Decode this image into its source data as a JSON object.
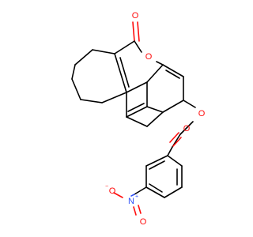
{
  "molecule": {
    "atoms": {
      "O_lactone_carbonyl": {
        "text": "O",
        "color": "#ff0d0d"
      },
      "O_ring": {
        "text": "O",
        "color": "#ff0d0d"
      },
      "O_ether": {
        "text": "O",
        "color": "#ff0d0d"
      },
      "O_ketone": {
        "text": "O",
        "color": "#ff0d0d"
      },
      "N_nitro": {
        "text": "N",
        "color": "#3050f8"
      },
      "N_charge": {
        "text": "+",
        "color": "#3050f8"
      },
      "O_nitro_minus": {
        "text": "O",
        "color": "#ff0d0d"
      },
      "O_minus_charge": {
        "text": "−",
        "color": "#ff0d0d"
      },
      "O_nitro": {
        "text": "O",
        "color": "#ff0d0d"
      }
    },
    "colors": {
      "carbon": "#000000",
      "oxygen": "#ff0d0d",
      "nitrogen": "#3050f8",
      "background": "#ffffff"
    }
  }
}
